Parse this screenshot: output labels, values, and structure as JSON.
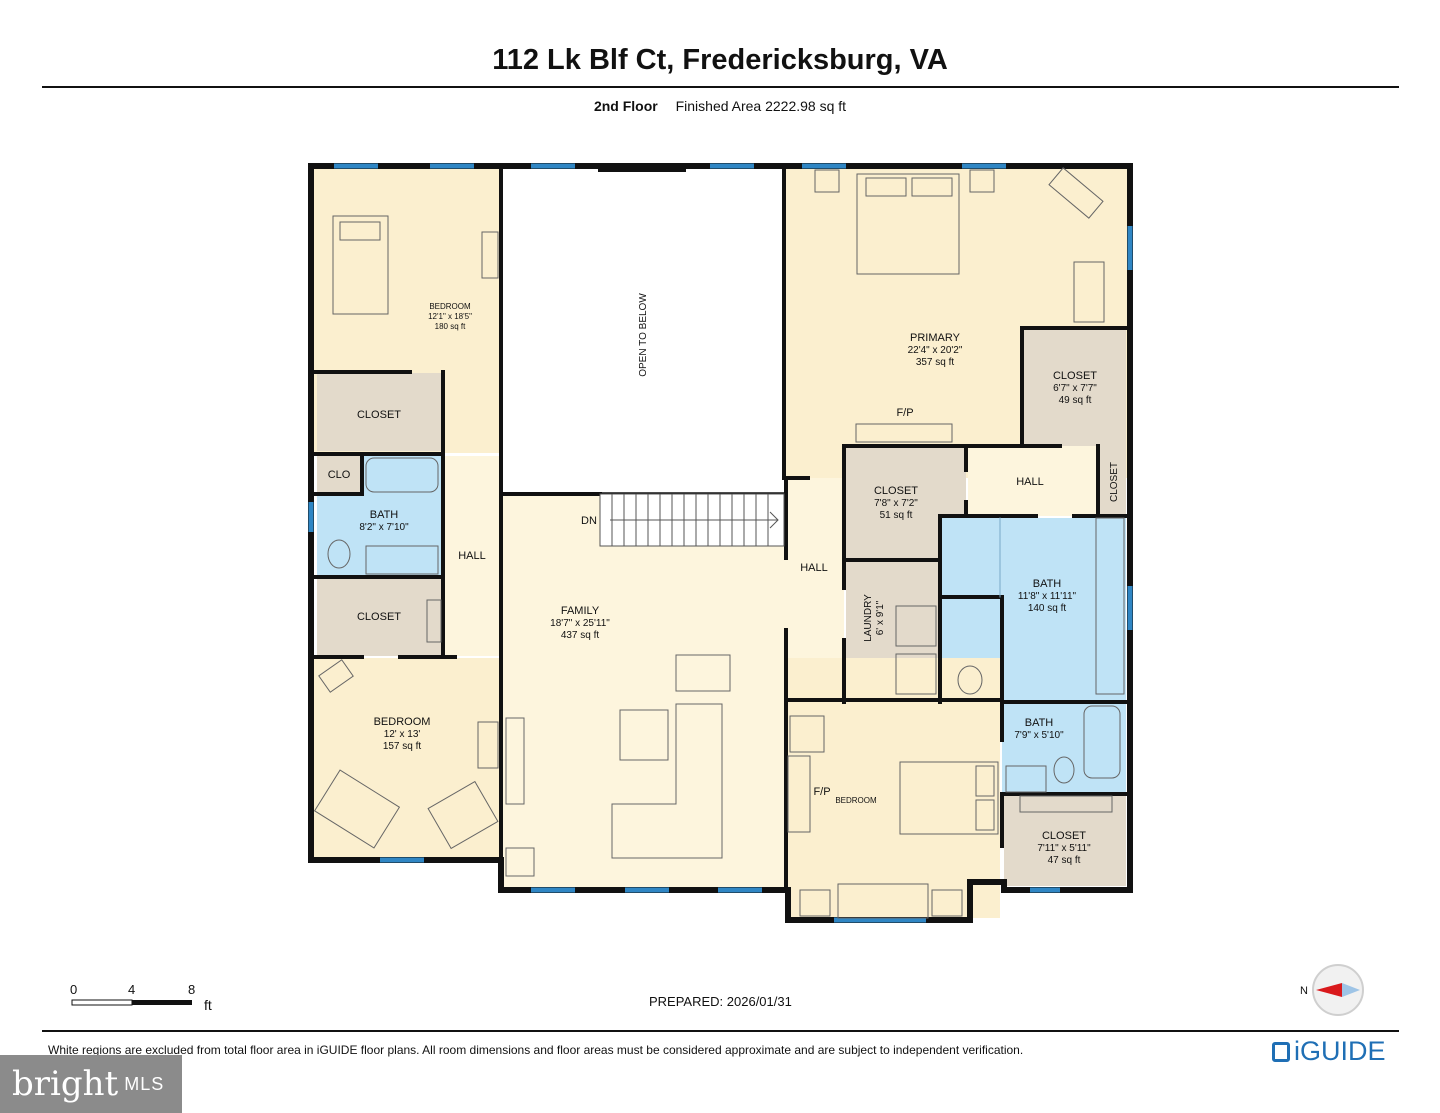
{
  "title": "112 Lk Blf Ct, Fredericksburg, VA",
  "floor": {
    "name": "2nd Floor",
    "area": "Finished Area 2222.98 sq ft"
  },
  "rooms": {
    "bedroom1": {
      "name": "BEDROOM",
      "dims": "12'1\" x 18'5\"",
      "area": "180 sq ft"
    },
    "closet_a": {
      "name": "CLOSET"
    },
    "clo": {
      "name": "CLO"
    },
    "bath1": {
      "name": "BATH",
      "dims": "8'2\" x 7'10\""
    },
    "closet_b": {
      "name": "CLOSET"
    },
    "hall_left": {
      "name": "HALL"
    },
    "bedroom2": {
      "name": "BEDROOM",
      "dims": "12' x 13'",
      "area": "157 sq ft"
    },
    "open_below": {
      "name": "OPEN TO BELOW"
    },
    "dn": {
      "name": "DN"
    },
    "family": {
      "name": "FAMILY",
      "dims": "18'7\" x 25'11\"",
      "area": "437 sq ft"
    },
    "hall_mid": {
      "name": "HALL"
    },
    "primary": {
      "name": "PRIMARY",
      "dims": "22'4\" x 20'2\"",
      "area": "357 sq ft"
    },
    "fp1": {
      "name": "F/P"
    },
    "closet_primary": {
      "name": "CLOSET",
      "dims": "6'7\" x 7'7\"",
      "area": "49 sq ft"
    },
    "closet_c": {
      "name": "CLOSET",
      "dims": "7'8\" x 7'2\"",
      "area": "51 sq ft"
    },
    "hall_right": {
      "name": "HALL"
    },
    "closet_side": {
      "name": "CLOSET"
    },
    "laundry": {
      "name": "LAUNDRY",
      "dims": "6' x 9'1\""
    },
    "bath_primary": {
      "name": "BATH",
      "dims": "11'8\" x 11'11\"",
      "area": "140 sq ft"
    },
    "bath3": {
      "name": "BATH",
      "dims": "7'9\" x 5'10\""
    },
    "bedroom3": {
      "name": "BEDROOM"
    },
    "fp2": {
      "name": "F/P"
    },
    "closet_d": {
      "name": "CLOSET",
      "dims": "7'11\" x 5'11\"",
      "area": "47 sq ft"
    }
  },
  "scale": {
    "labels": [
      "0",
      "4",
      "8"
    ],
    "unit": "ft"
  },
  "prepared": "PREPARED: 2026/01/31",
  "disclaimer": "White regions are excluded from total floor area in iGUIDE floor plans. All room dimensions and floor areas must be considered approximate and are subject to independent verification.",
  "compass_label": "N",
  "brand": "iGUIDE",
  "watermark": {
    "main": "bright",
    "sub": "MLS"
  },
  "colors": {
    "bedroom": "#fbefcf",
    "closet": "#e3dacb",
    "bath": "#bfe3f6",
    "family": "#fdf5dd",
    "window": "#2f86c4",
    "wall": "#111111",
    "brand": "#1f6fb5"
  }
}
